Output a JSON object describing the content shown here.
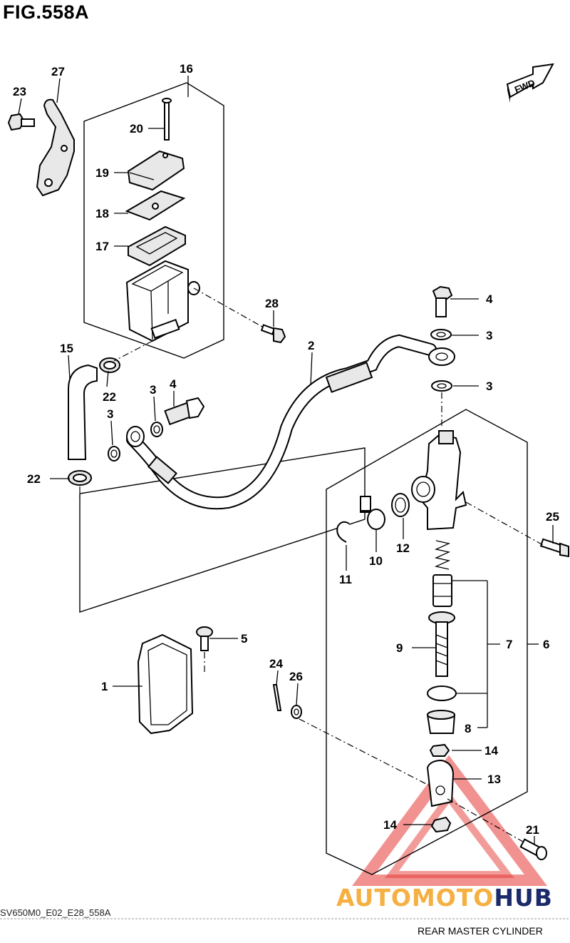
{
  "figure": {
    "title": "FIG.558A",
    "code": "SV650M0_E02_E28_558A",
    "caption": "REAR MASTER CYLINDER",
    "fwd_label": "FWD"
  },
  "watermark": {
    "text_a": "AUTO",
    "text_b": "MOTO",
    "text_c": "HUB",
    "color_a": "#f5b041",
    "color_b": "#f5b041",
    "color_c": "#1b2a6b",
    "triangle_color": "#e53935"
  },
  "parts": {
    "p1": "1",
    "p2": "2",
    "p3a": "3",
    "p3b": "3",
    "p3c": "3",
    "p3d": "3",
    "p4a": "4",
    "p4b": "4",
    "p5": "5",
    "p6": "6",
    "p7": "7",
    "p8": "8",
    "p9": "9",
    "p10": "10",
    "p11": "11",
    "p12": "12",
    "p13": "13",
    "p14a": "14",
    "p14b": "14",
    "p15": "15",
    "p16": "16",
    "p17": "17",
    "p18": "18",
    "p19": "19",
    "p20": "20",
    "p21": "21",
    "p22a": "22",
    "p22b": "22",
    "p23": "23",
    "p24": "24",
    "p25": "25",
    "p26": "26",
    "p27": "27",
    "p28": "28"
  }
}
